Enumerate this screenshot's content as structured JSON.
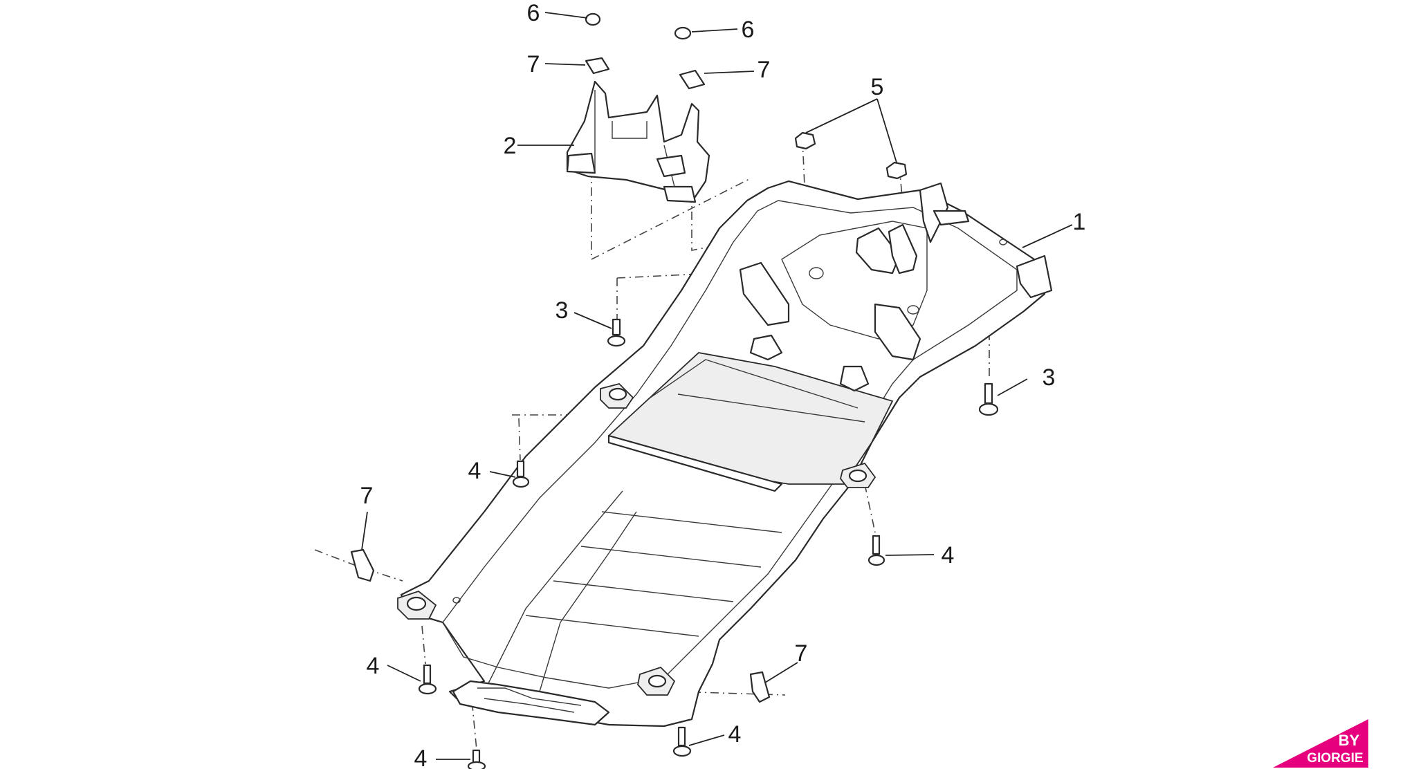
{
  "callouts": [
    {
      "id": "c1",
      "text": "1"
    },
    {
      "id": "c2",
      "text": "2"
    },
    {
      "id": "c3a",
      "text": "3"
    },
    {
      "id": "c3b",
      "text": "3"
    },
    {
      "id": "c4a",
      "text": "4"
    },
    {
      "id": "c4b",
      "text": "4"
    },
    {
      "id": "c4c",
      "text": "4"
    },
    {
      "id": "c4d",
      "text": "4"
    },
    {
      "id": "c4e",
      "text": "4"
    },
    {
      "id": "c5",
      "text": "5"
    },
    {
      "id": "c6a",
      "text": "6"
    },
    {
      "id": "c6b",
      "text": "6"
    },
    {
      "id": "c7a",
      "text": "7"
    },
    {
      "id": "c7b",
      "text": "7"
    },
    {
      "id": "c7c",
      "text": "7"
    },
    {
      "id": "c7d",
      "text": "7"
    }
  ],
  "logo": {
    "line1": "BY",
    "line2": "GIORGIE",
    "color": "#e6007e"
  }
}
